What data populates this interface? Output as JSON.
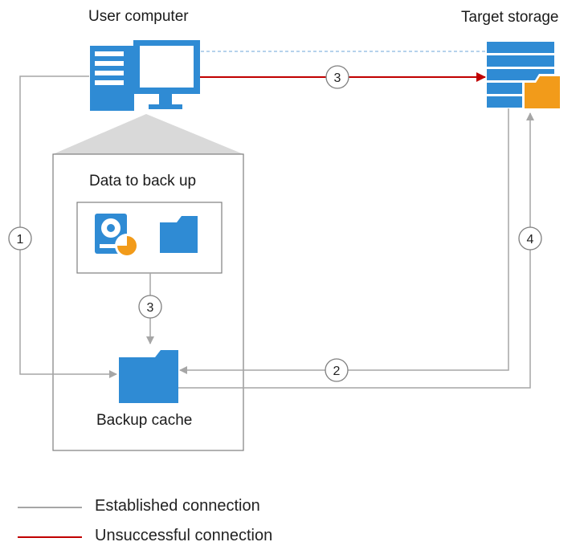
{
  "nodes": {
    "user_computer": "User computer",
    "target_storage": "Target storage",
    "data_to_back_up": "Data to back up",
    "backup_cache": "Backup cache"
  },
  "steps": {
    "step1": "1",
    "step2": "2",
    "step3_top": "3",
    "step3_inner": "3",
    "step4": "4"
  },
  "legend": {
    "established": "Established  connection",
    "unsuccessful": "Unsuccessful connection"
  },
  "colors": {
    "icon_blue": "#2f8bd4",
    "folder_orange": "#f29b1a",
    "line_gray": "#a6a6a6",
    "line_red": "#c00000",
    "dashed_blue": "#9dc3e6"
  }
}
